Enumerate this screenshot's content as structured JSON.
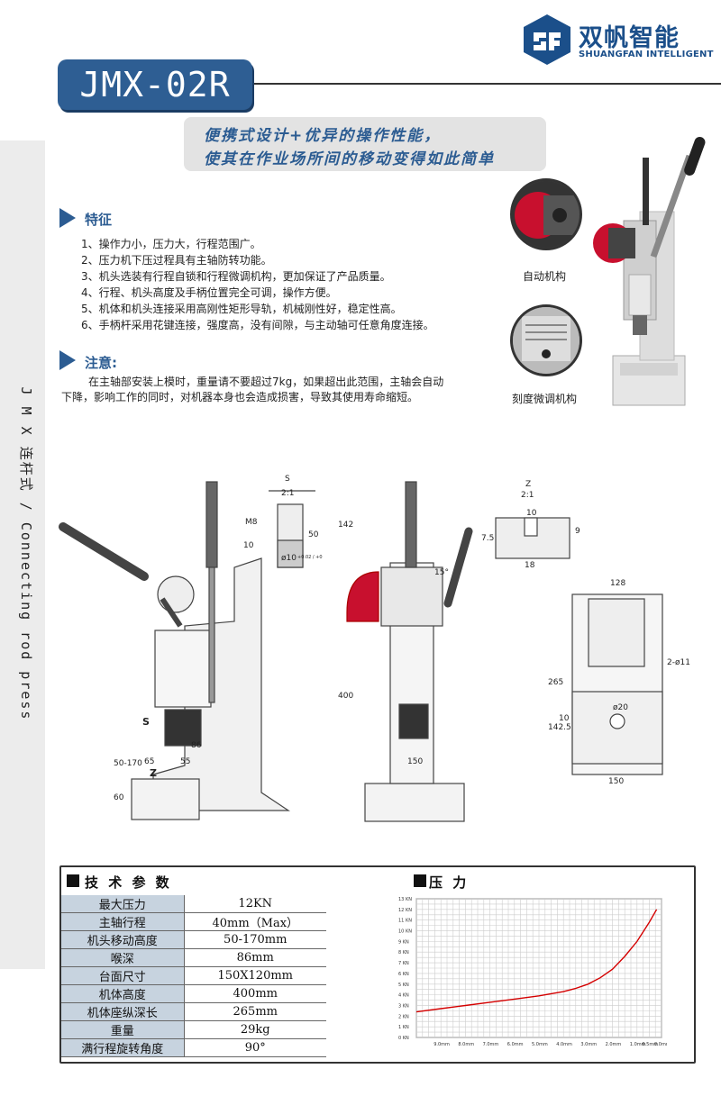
{
  "brand": {
    "name": "双帆智能",
    "english": "SHUANGFAN INTELLIGENT"
  },
  "model": "JMX-02R",
  "side_label": "J M X 连杆式 / Connecting rod press",
  "slogan": {
    "line1": "便携式设计+优异的操作性能，",
    "line2": "使其在作业场所间的移动变得如此简单"
  },
  "features": {
    "title": "特征",
    "items": [
      "1、操作力小，压力大，行程范围广。",
      "2、压力机下压过程具有主轴防转功能。",
      "3、机头选装有行程自锁和行程微调机构，更加保证了产品质量。",
      "4、行程、机头高度及手柄位置完全可调，操作方便。",
      "5、机体和机头连接采用高刚性矩形导轨，机械刚性好，稳定性高。",
      "6、手柄杆采用花键连接，强度高，没有间隙，与主动轴可任意角度连接。"
    ]
  },
  "note": {
    "title": "注意:",
    "line1": "在主轴部安装上模时，重量请不要超过7kg，如果超出此范围，主轴会自动",
    "line2": "下降，影响工作的同时，对机器本身也会造成损害，导致其使用寿命缩短。"
  },
  "callouts": {
    "auto": "自动机构",
    "fine": "刻度微调机构"
  },
  "drawing_labels": {
    "s": "S",
    "s_scale": "2:1",
    "z": "Z",
    "z_scale": "2:1",
    "m8": "M8",
    "d10": "ø10",
    "d10_tol": "+0.02 / +0",
    "dim10": "10",
    "dim50": "50",
    "dim142": "142",
    "dim400": "400",
    "dim15": "15°",
    "dim86": "86",
    "dim65": "65",
    "dim55": "55",
    "dim50_170": "50-170",
    "dim60": "60",
    "dim150a": "150",
    "dim128": "128",
    "dim265": "265",
    "dim142_5": "142.5",
    "dim2_11": "2-ø11",
    "dim20": "ø20",
    "dim150b": "150",
    "dim7_5": "7.5",
    "dim9": "9",
    "dim10z": "10",
    "dim18": "18",
    "s_mark": "S",
    "z_mark": "Z",
    "dim10b": "10"
  },
  "table": {
    "title": "技 术 参 数",
    "rows": [
      {
        "k": "最大压力",
        "v": "12KN"
      },
      {
        "k": "主轴行程",
        "v": "40mm（Max）"
      },
      {
        "k": "机头移动高度",
        "v": "50-170mm"
      },
      {
        "k": "喉深",
        "v": "86mm"
      },
      {
        "k": "台面尺寸",
        "v": "150X120mm"
      },
      {
        "k": "机体高度",
        "v": "400mm"
      },
      {
        "k": "机体座纵深长",
        "v": "265mm"
      },
      {
        "k": "重量",
        "v": "29kg"
      },
      {
        "k": "满行程旋转角度",
        "v": "90°"
      }
    ]
  },
  "chart_data": {
    "type": "line",
    "title": "压 力",
    "x_ticks": [
      "9.0mm",
      "8.0mm",
      "7.0mm",
      "6.0mm",
      "5.0mm",
      "4.0mm",
      "3.0mm",
      "2.0mm",
      "1.0mm",
      "0.5mm",
      "0.0mm"
    ],
    "y_ticks": [
      "0 KN",
      "1 KN",
      "2 KN",
      "3 KN",
      "4 KN",
      "5 KN",
      "6 KN",
      "7 KN",
      "8 KN",
      "9 KN",
      "10 KN",
      "11 KN",
      "12 KN",
      "13 KN"
    ],
    "ylim": [
      0,
      13
    ],
    "x": [
      10,
      9,
      8,
      7,
      6,
      5,
      4,
      3.5,
      3,
      2.5,
      2,
      1.5,
      1,
      0.5,
      0.2
    ],
    "values": [
      2.4,
      2.7,
      3.0,
      3.3,
      3.6,
      3.9,
      4.3,
      4.6,
      5.0,
      5.6,
      6.4,
      7.6,
      9.0,
      10.8,
      12.0
    ],
    "grid": true,
    "line_color": "#d40000"
  }
}
